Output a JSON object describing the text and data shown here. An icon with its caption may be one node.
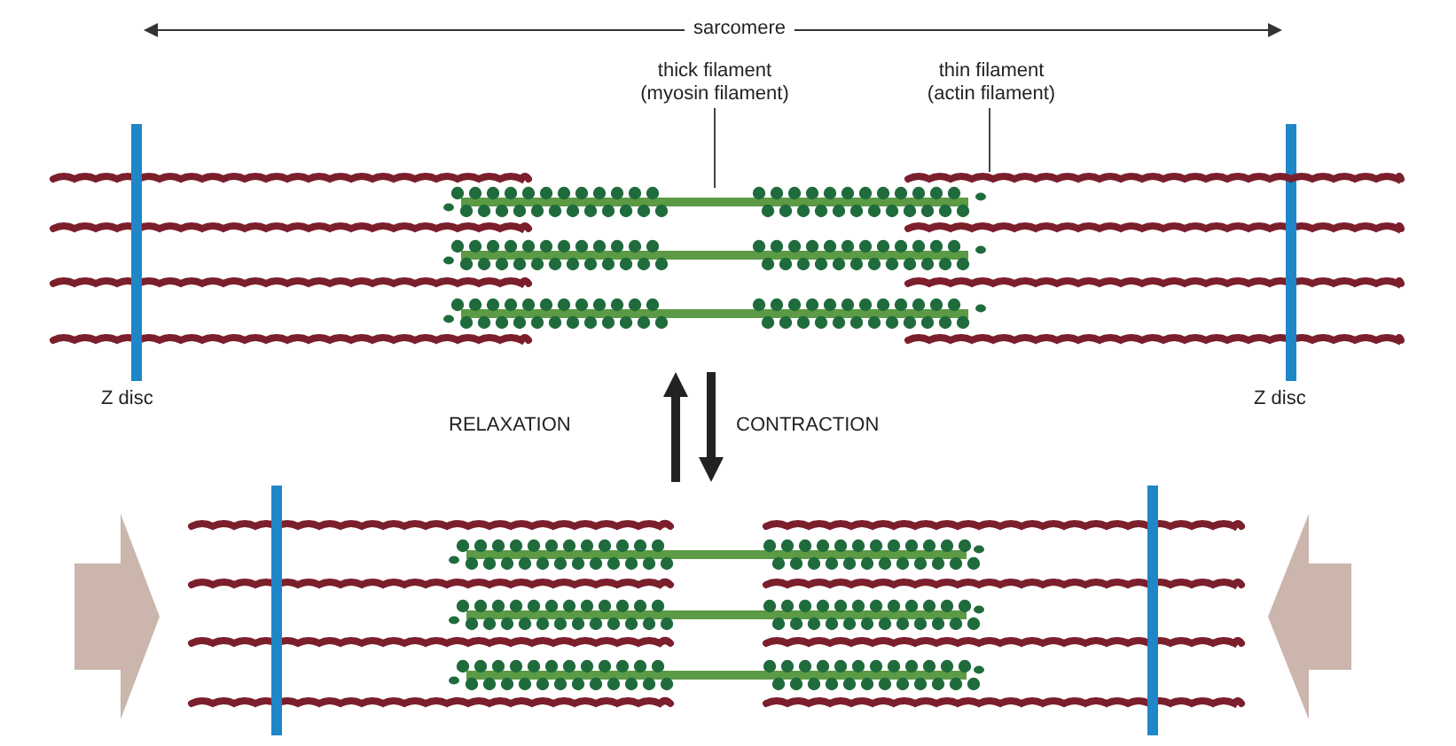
{
  "diagram": {
    "nodes": [
      {
        "text": [
          "thick filament (myosin filament)"
        ]
      },
      {
        "text": [],
        "shape": "bar"
      },
      {
        "text": [
          "thin filament (actin filament)"
        ]
      },
      {
        "text": [],
        "shape": "bar"
      }
    ],
    "edges": [
      {
        "from": 0,
        "to": 1,
        "arrow": "none"
      },
      {
        "from": 2,
        "to": 3,
        "arrow": "none"
      }
    ],
    "labels": [
      "sarcomere",
      "Z disc",
      "Z disc",
      "RELAXATION",
      "CONTRACTION"
    ]
  }
}
